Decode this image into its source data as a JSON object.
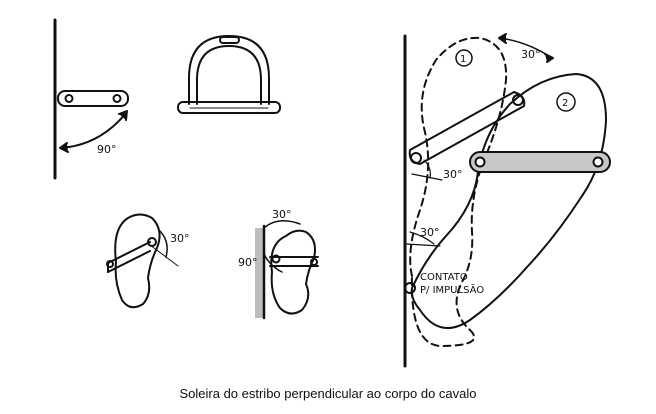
{
  "figure": {
    "caption": "Soleira do estribo perpendicular ao corpo do cavalo",
    "angles": {
      "wall_strap": "90°",
      "small_foot": "30°",
      "wall_foot_top": "30°",
      "wall_foot_side": "90°",
      "big_top": "30°",
      "big_mid": "30°",
      "big_low": "30°"
    },
    "positions": {
      "one": "1",
      "two": "2"
    },
    "contact_label_line1": "CONTATO",
    "contact_label_line2": "P/ IMPULSÃO"
  }
}
